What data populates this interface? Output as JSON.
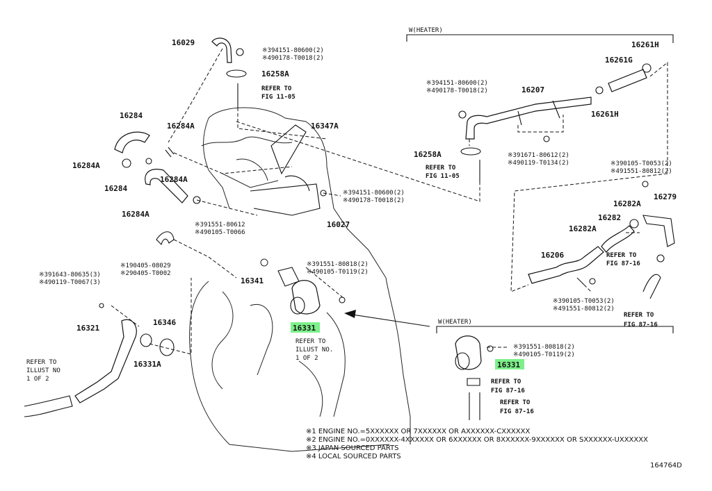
{
  "labels": {
    "p16029": "16029",
    "p16258a_top": "16258A",
    "p16284_top": "16284",
    "p16284a_1": "16284A",
    "p16284a_2": "16284A",
    "p16284a_3": "16284A",
    "p16284a_4": "16284A",
    "p16284_mid": "16284",
    "p16347a": "16347A",
    "p16027": "16027",
    "p16341": "16341",
    "p16331_main": "16331",
    "p16321": "16321",
    "p16346": "16346",
    "p16331a": "16331A",
    "p16207": "16207",
    "p16261h_1": "16261H",
    "p16261g": "16261G",
    "p16261h_2": "16261H",
    "p16258a_right": "16258A",
    "p16279": "16279",
    "p16282a_1": "16282A",
    "p16282": "16282",
    "p16282a_2": "16282A",
    "p16206": "16206",
    "p16331_heater": "16331"
  },
  "bolts": {
    "b1a": "※394151-80600(2)",
    "b1b": "※490178-T0018(2)",
    "b2a": "※394151-80600(2)",
    "b2b": "※490178-T0018(2)",
    "b3a": "※391551-80612",
    "b3b": "※490105-T0066",
    "b4a": "※190405-08029",
    "b4b": "※290405-T0002",
    "b5a": "※391643-80635(3)",
    "b5b": "※490119-T0067(3)",
    "b6a": "※391551-80818(2)",
    "b6b": "※490105-T0119(2)",
    "b7a": "※394151-80600(2)",
    "b7b": "※490178-T0018(2)",
    "b8a": "※391671-80612(2)",
    "b8b": "※490119-T0134(2)",
    "b9a": "※390105-T0053(2)",
    "b9b": "※491551-80812(2)",
    "b10a": "※390105-T0053(2)",
    "b10b": "※491551-80812(2)",
    "b11a": "※391551-80818(2)",
    "b11b": "※490105-T0119(2)"
  },
  "refs": {
    "r1a": "REFER TO",
    "r1b": "FIG 11-05",
    "r2a": "REFER TO",
    "r2b": "FIG 11-05",
    "r3a": "REFER TO",
    "r3b": "FIG 87-16",
    "r4a": "REFER TO",
    "r4b": "FIG 87-16",
    "r5a": "REFER TO",
    "r5b": "FIG 87-16",
    "r6a": "REFER TO",
    "r6b": "FIG 87-16",
    "illust_mid_1": "REFER TO",
    "illust_mid_2": "ILLUST NO.",
    "illust_mid_3": "1 OF 2",
    "illust_left_1": "REFER TO",
    "illust_left_2": "ILLUST NO",
    "illust_left_3": "1 OF 2"
  },
  "headers": {
    "heater_top": "W(HEATER)",
    "heater_bottom": "W(HEATER)"
  },
  "notes": [
    "※1 ENGINE NO.=5XXXXXX OR 7XXXXXX OR AXXXXXX-CXXXXXX",
    "※2 ENGINE NO.=0XXXXXX-4XXXXXX OR 6XXXXXX OR 8XXXXXX-9XXXXXX OR SXXXXXX-UXXXXXX",
    "※3 JAPAN SOURCED PARTS",
    "※4 LOCAL SOURCED PARTS"
  ],
  "figure_id": "164764D",
  "colors": {
    "highlight": "#7df08a",
    "ink": "#111111"
  }
}
